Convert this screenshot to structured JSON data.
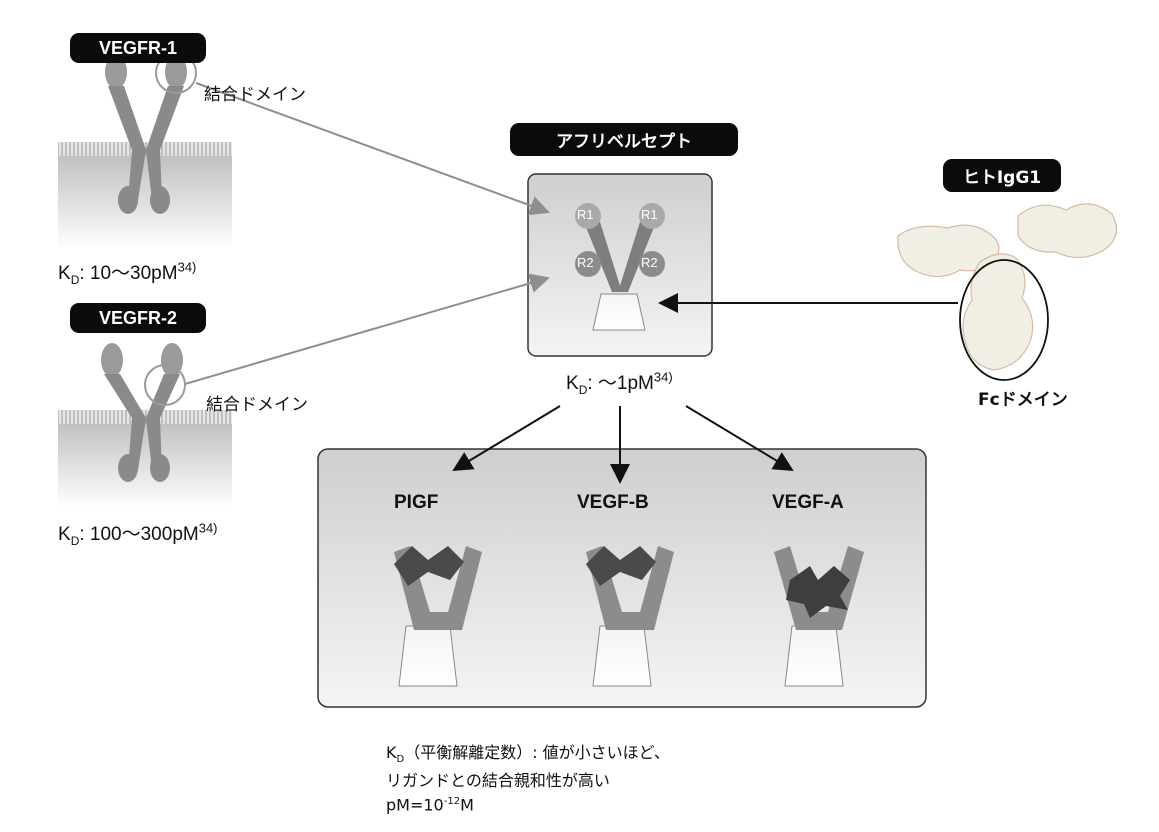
{
  "receptors": [
    {
      "name": "VEGFR-1",
      "binding_label": "結合ドメイン",
      "kd_prefix": "K",
      "kd_sub": "D",
      "kd_value": ": 10〜30pM",
      "kd_ref": "34)"
    },
    {
      "name": "VEGFR-2",
      "binding_label": "結合ドメイン",
      "kd_prefix": "K",
      "kd_sub": "D",
      "kd_value": ": 100〜300pM",
      "kd_ref": "34)"
    }
  ],
  "drug": {
    "name": "アフリベルセプト",
    "domain_labels": [
      "R1",
      "R1",
      "R2",
      "R2"
    ],
    "kd_prefix": "K",
    "kd_sub": "D",
    "kd_value": ": 〜1pM",
    "kd_ref": "34)"
  },
  "igg": {
    "name": "ヒトIgG1",
    "domain_label": "Fcドメイン"
  },
  "ligands": [
    "PIGF",
    "VEGF-B",
    "VEGF-A"
  ],
  "note": {
    "line1_prefix": "K",
    "line1_sub": "D",
    "line1_text": "（平衡解離定数）: 値が小さいほど、",
    "line2": "リガンドとの結合親和性が高い",
    "line3_prefix": "pM=10",
    "line3_sup": "-12",
    "line3_suffix": "M"
  }
}
